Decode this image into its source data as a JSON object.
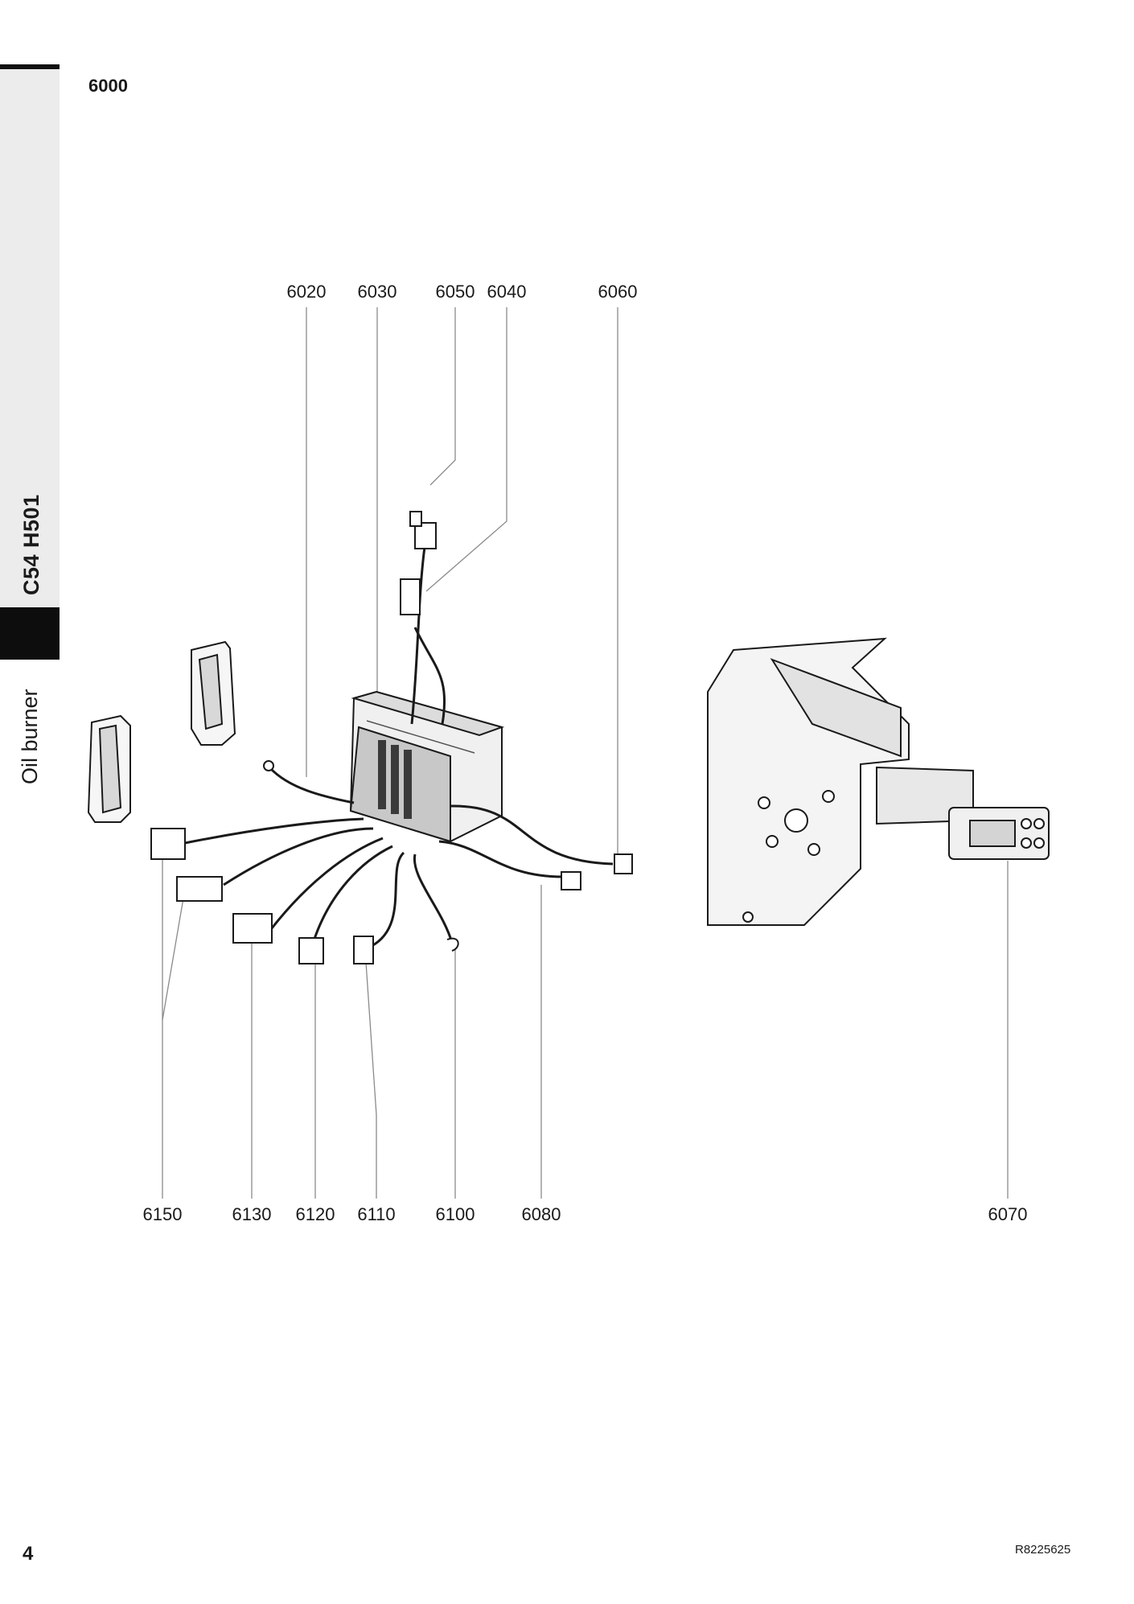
{
  "sidebar": {
    "model": "C54 H501",
    "product": "Oil burner"
  },
  "section": "6000",
  "callouts_top": [
    "6020",
    "6030",
    "6050",
    "6040",
    "6060"
  ],
  "callouts_bottom": [
    "6150",
    "6130",
    "6120",
    "6110",
    "6100",
    "6080",
    "6070"
  ],
  "footer": {
    "page": "4",
    "reference": "R8225625"
  }
}
